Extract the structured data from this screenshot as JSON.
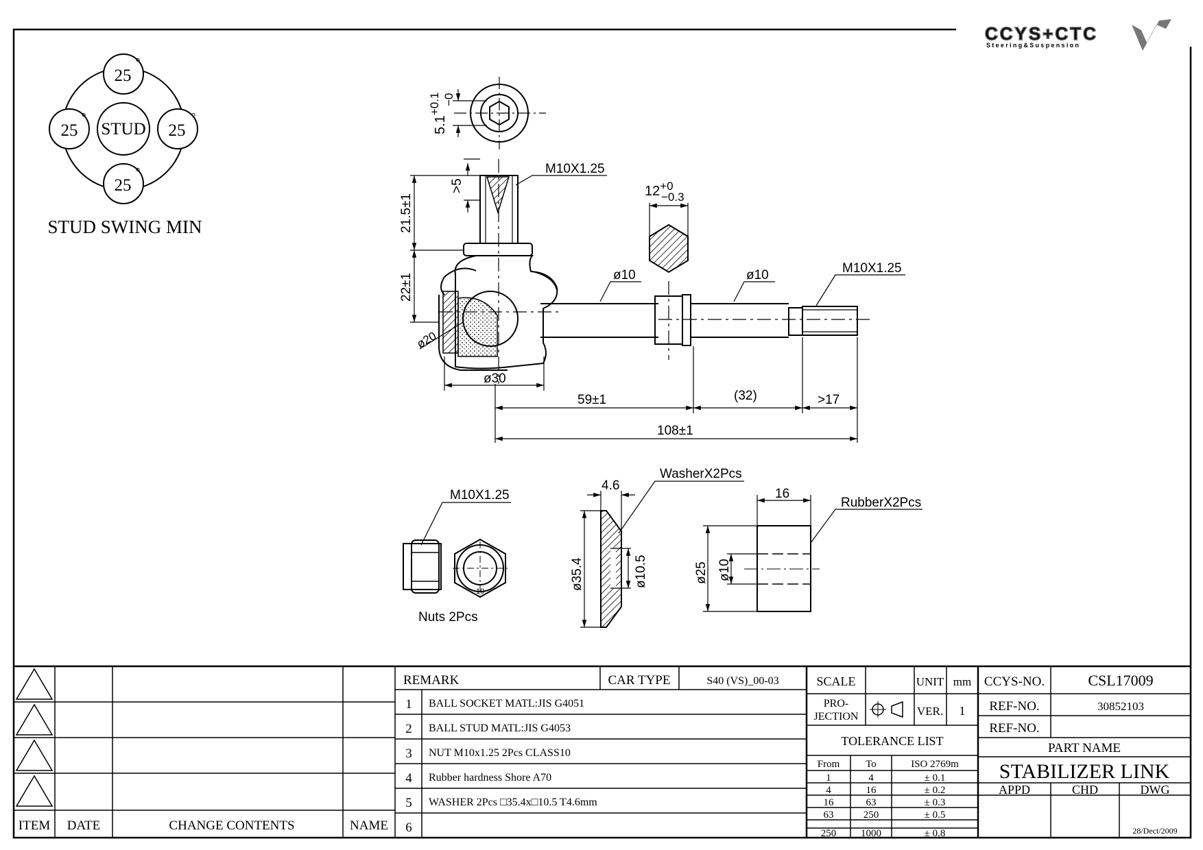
{
  "logo": {
    "text": "CCYS+CTC",
    "tagline": "Steering&Suspension"
  },
  "swing": {
    "center": "STUD",
    "angles": [
      "25",
      "25",
      "25",
      "25"
    ],
    "degree": "°",
    "caption": "STUD SWING MIN"
  },
  "dims": {
    "hex_depth": "5.1+0.1/−0",
    "hex_depth_main": "5.1",
    "hex_depth_up": "+0.1",
    "hex_depth_low": "−0",
    "thread_top": "M10X1.25",
    "thread_right": "M10X1.25",
    "thread_nut": "M10X1.25",
    "gt5": ">5",
    "d21_5": "21.5±1",
    "d22": "22±1",
    "hex_across_main": "12",
    "hex_across_up": "+0",
    "hex_across_low": "−0.3",
    "dia10_a": "ø10",
    "dia10_b": "ø10",
    "dia20": "ø20",
    "dia30": "ø30",
    "d59": "59±1",
    "d32": "(32)",
    "d17": ">17",
    "d108": "108±1",
    "washer_label": "WasherX2Pcs",
    "washer_t": "4.6",
    "washer_od": "ø35.4",
    "washer_id": "ø10.5",
    "rubber_label": "RubberX2Pcs",
    "rubber_len": "16",
    "rubber_od": "ø25",
    "rubber_id": "ø10",
    "nuts_label": "Nuts  2Pcs",
    "nut_mark": "10"
  },
  "title_block": {
    "rev_headers": {
      "item": "ITEM",
      "date": "DATE",
      "change": "CHANGE CONTENTS",
      "name": "NAME"
    },
    "remark_label": "REMARK",
    "car_type_label": "CAR TYPE",
    "car_type": "S40 (VS)_00-03",
    "remarks": [
      {
        "no": "1",
        "text": "BALL SOCKET MATL:JIS G4051"
      },
      {
        "no": "2",
        "text": "BALL STUD MATL:JIS G4053"
      },
      {
        "no": "3",
        "text": "NUT M10x1.25 2Pcs CLASS10"
      },
      {
        "no": "4",
        "text": "Rubber hardness Shore A70"
      },
      {
        "no": "5",
        "text": "WASHER 2Pcs □35.4x□10.5 T4.6mm"
      },
      {
        "no": "6",
        "text": ""
      }
    ],
    "scale_label": "SCALE",
    "unit_label": "UNIT",
    "unit": "mm",
    "projection_label_1": "PRO-",
    "projection_label_2": "JECTION",
    "ver_label": "VER.",
    "ver": "1",
    "tolerance_title": "TOLERANCE LIST",
    "tol_headers": {
      "from": "From",
      "to": "To",
      "iso": "ISO 2769m"
    },
    "tolerances": [
      {
        "from": "1",
        "to": "4",
        "tol": "± 0.1"
      },
      {
        "from": "4",
        "to": "16",
        "tol": "± 0.2"
      },
      {
        "from": "16",
        "to": "63",
        "tol": "± 0.3"
      },
      {
        "from": "63",
        "to": "250",
        "tol": "± 0.5"
      },
      {
        "from": "250",
        "to": "1000",
        "tol": "± 0.8"
      }
    ],
    "ccys_no_label": "CCYS-NO.",
    "ccys_no": "CSL17009",
    "ref_no_label": "REF-NO.",
    "ref_no": "30852103",
    "ref_no2_label": "REF-NO.",
    "ref_no2": "",
    "part_name_label": "PART NAME",
    "part_name": "STABILIZER LINK",
    "appd": "APPD",
    "chd": "CHD",
    "dwg": "DWG",
    "date": "28/Dect/2009"
  }
}
